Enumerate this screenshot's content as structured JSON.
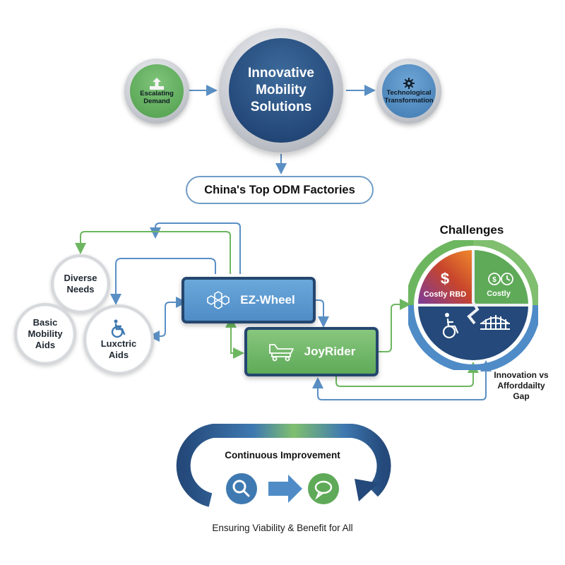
{
  "hub": {
    "title_lines": [
      "Innovative",
      "Mobility",
      "Solutions"
    ]
  },
  "left_node": {
    "lines": [
      "Escalating",
      "Demand"
    ],
    "icon": "up-arrow-icon"
  },
  "right_node": {
    "lines": [
      "Technological",
      "Transformation"
    ],
    "icon": "gear-icon"
  },
  "factories_label": "China's Top ODM Factories",
  "bubbles": {
    "diverse_needs": [
      "Diverse",
      "Needs"
    ],
    "basic_aids": [
      "Basic",
      "Mobility",
      "Aids"
    ],
    "luxctric_aids": [
      "Luxctric",
      "Aids"
    ]
  },
  "products": {
    "ez_wheel": {
      "label": "EZ-Wheel",
      "icon": "hexagon-cluster-icon"
    },
    "joyrider": {
      "label": "JoyRider",
      "icon": "scooter-icon"
    }
  },
  "challenges": {
    "title": "Challenges",
    "segments": [
      "Costly RBD",
      "Costly"
    ],
    "icons": [
      "dollar-icon",
      "dollar-clock-icon",
      "wheelchair-icon",
      "bridge-icon"
    ],
    "gap_label": [
      "Innovation vs",
      "Afforddailty",
      "Gap"
    ]
  },
  "improvement": {
    "title": "Continuous Improvement",
    "icons": [
      "magnifier-icon",
      "chat-bubble-icon"
    ],
    "footer": "Ensuring Viability & Benefit for All"
  },
  "colors": {
    "navy": "#24497a",
    "blue": "#4f8cc7",
    "green": "#5faa59",
    "orange": "#f08a2c",
    "purple": "#7a3c9c",
    "connector_blue": "#5a8fc4",
    "connector_green": "#6db660"
  }
}
